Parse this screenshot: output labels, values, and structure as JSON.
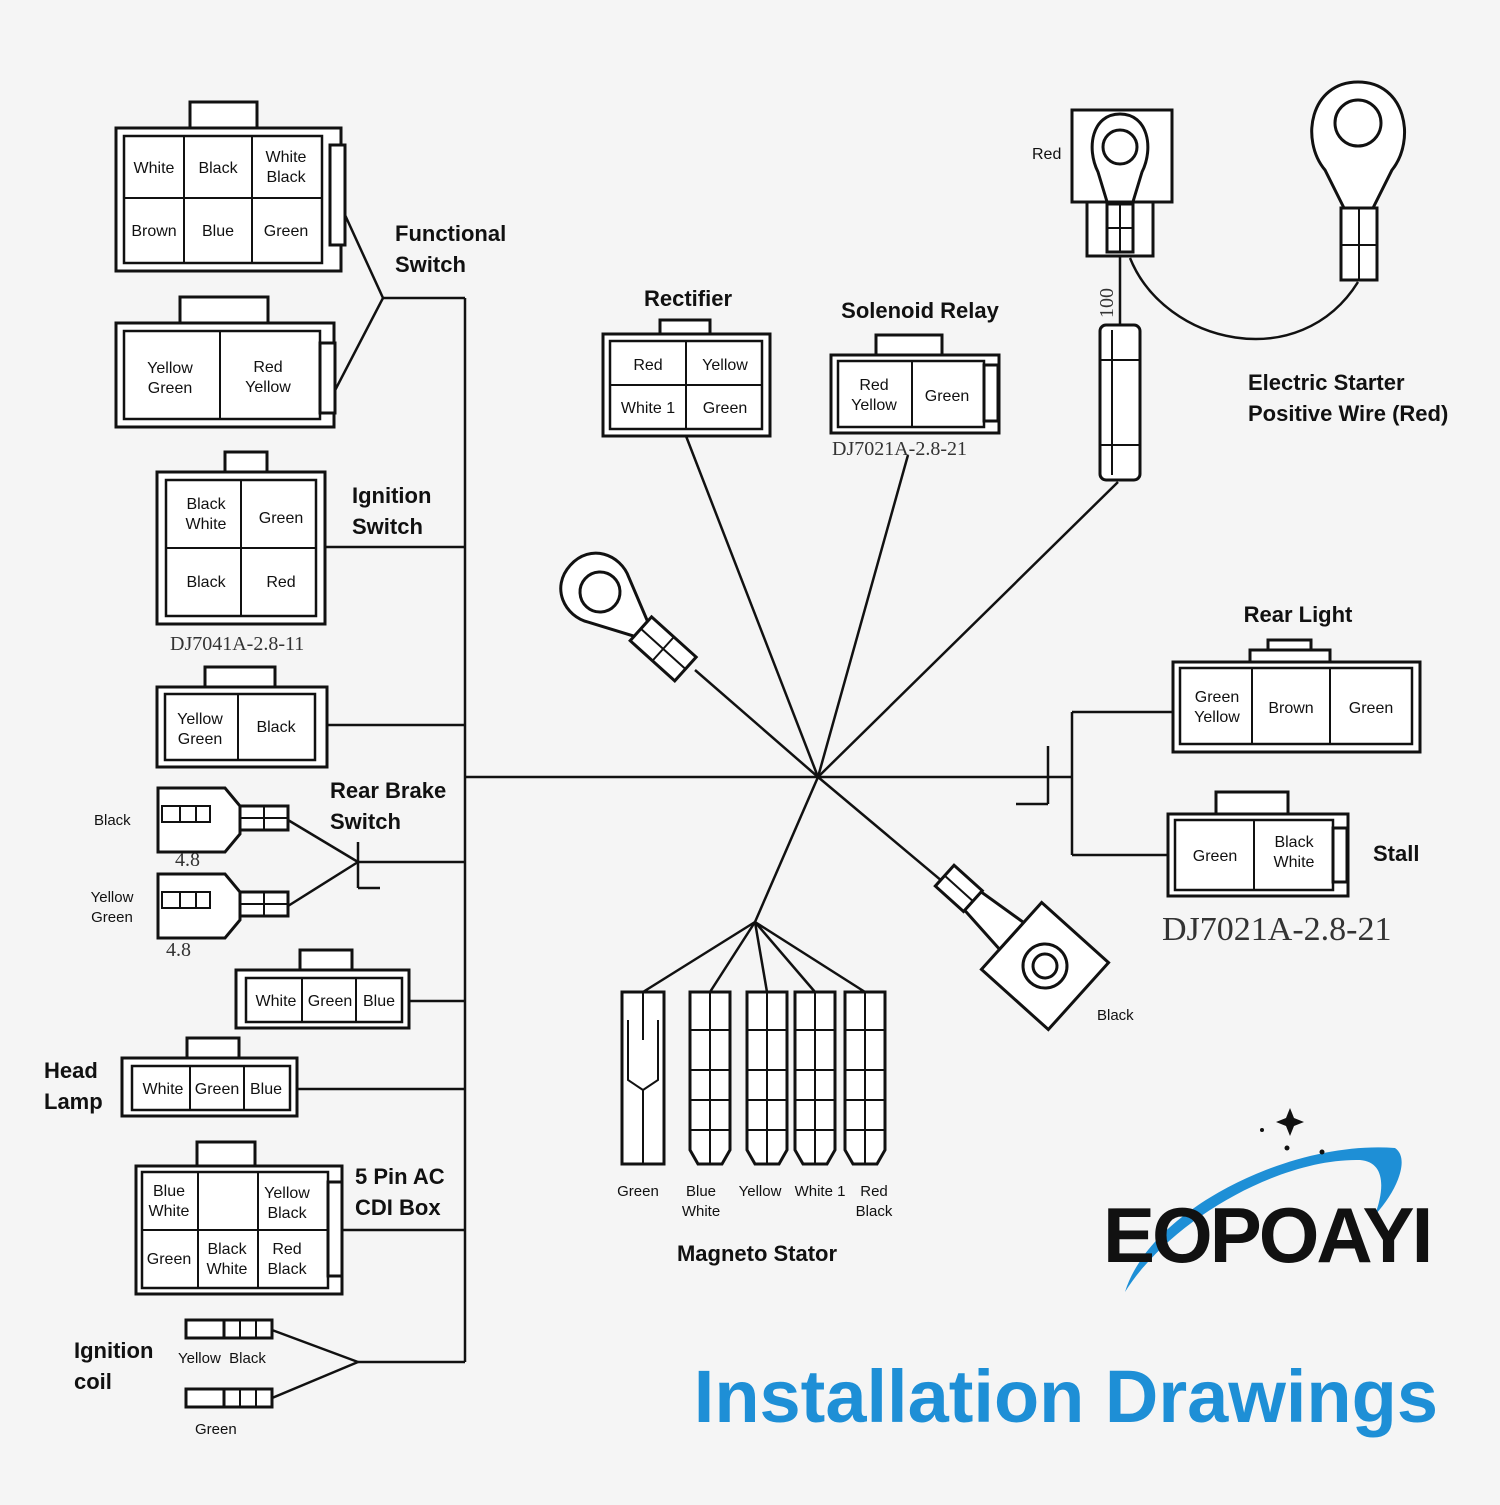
{
  "heading": "Installation Drawings",
  "brand": "EOPOAYI",
  "colors": {
    "heading": "#1e8fd6",
    "line": "#111111",
    "background": "#f5f5f5"
  },
  "functional_switch": {
    "label_line1": "Functional",
    "label_line2": "Switch",
    "conn6": [
      "White",
      "Black",
      "White|Black",
      "Brown",
      "Blue",
      "Green"
    ],
    "conn2": [
      "Yellow|Green",
      "Red|Yellow"
    ]
  },
  "ignition_switch": {
    "label_line1": "Ignition",
    "label_line2": "Switch",
    "pins": [
      "Black|White",
      "Green",
      "Black",
      "Red"
    ],
    "model": "DJ7041A-2.8-11"
  },
  "extra_connector": {
    "pins": [
      "Yellow|Green",
      "Black"
    ]
  },
  "rear_brake_switch": {
    "label_line1": "Rear Brake",
    "label_line2": "Switch",
    "wire1": "Black",
    "wire2": "Yellow|Green",
    "size1": "4.8",
    "size2": "4.8"
  },
  "three_pin_a": {
    "pins": [
      "White",
      "Green",
      "Blue"
    ]
  },
  "head_lamp": {
    "label_line1": "Head",
    "label_line2": "Lamp",
    "pins": [
      "White",
      "Green",
      "Blue"
    ]
  },
  "cdi_box": {
    "label_line1": "5 Pin AC",
    "label_line2": "CDI Box",
    "pins": [
      "Blue|White",
      "",
      "Yellow|Black",
      "Green",
      "Black|White",
      "Red|Black"
    ]
  },
  "ignition_coil": {
    "label_line1": "Ignition",
    "label_line2": "coil",
    "wire1": "Yellow  Black",
    "wire2": "Green"
  },
  "rectifier": {
    "label": "Rectifier",
    "pins": [
      "Red",
      "Yellow",
      "White 1",
      "Green"
    ]
  },
  "solenoid_relay": {
    "label": "Solenoid Relay",
    "pins": [
      "Red|Yellow",
      "Green"
    ],
    "model": "DJ7021A-2.8-21"
  },
  "starter": {
    "red_label": "Red",
    "fuse": "100",
    "label_line1": "Electric Starter",
    "label_line2": "Positive Wire (Red)"
  },
  "rear_light": {
    "label": "Rear Light",
    "pins": [
      "Green|Yellow",
      "Brown",
      "Green"
    ]
  },
  "stall": {
    "label": "Stall",
    "pins": [
      "Green",
      "Black|White"
    ],
    "model": "DJ7021A-2.8-21"
  },
  "ground": {
    "label": "Black"
  },
  "magneto_stator": {
    "label": "Magneto Stator",
    "wires": [
      "Green",
      "Blue|White",
      "Yellow",
      "White 1",
      "Red|Black"
    ]
  }
}
